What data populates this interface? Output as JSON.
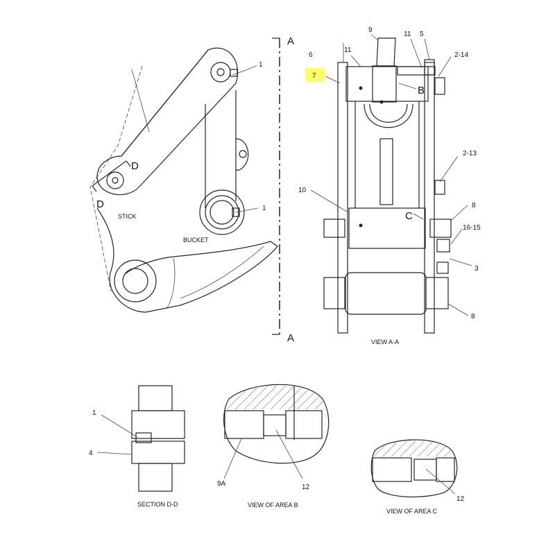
{
  "highlight_color": "#ffff66",
  "labels": {
    "section_top": "A",
    "section_bottom": "A",
    "stick": "STICK",
    "bucket": "BUCKET",
    "d_upper": "D",
    "d_lower": "D",
    "left_item1_top": "1",
    "left_item1_mid": "1",
    "v_item9": "9",
    "v_item11a": "11",
    "v_item5": "5",
    "v_item6": "6",
    "v_item11b": "11",
    "v_item2_14": "2-14",
    "v_item7": "7",
    "v_B": "B",
    "v_item2_13": "2-13",
    "v_item10": "10",
    "v_C": "C",
    "v_item8a": "8",
    "v_item16": "16-15",
    "v_item3": "3",
    "v_item8b": "8",
    "view_aa": "VIEW A-A",
    "d_item1": "1",
    "d_item4": "4",
    "b_item9a": "9A",
    "b_item12": "12",
    "c_item12": "12",
    "section_dd": "SECTION D-D",
    "view_area_b": "VIEW OF AREA B",
    "view_area_c": "VIEW OF AREA C"
  }
}
